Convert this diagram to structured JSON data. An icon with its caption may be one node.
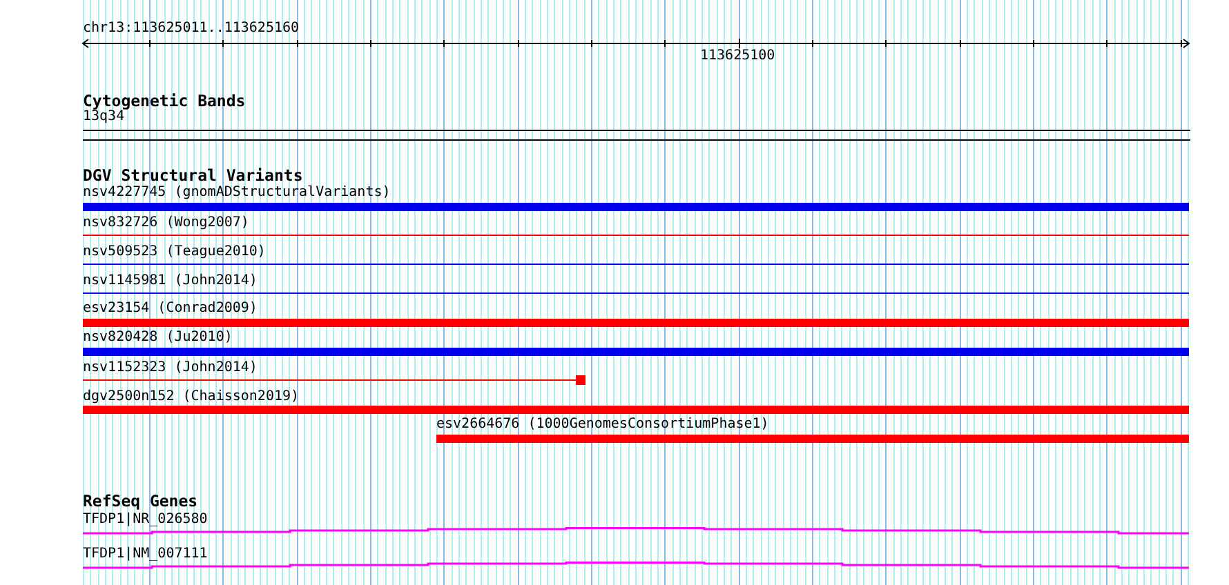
{
  "diagram": {
    "nodes": [
      {
        "text": [
          "13q34"
        ]
      },
      {
        "text": [
          "nsv4227745 (gnomADStructuralVariants)"
        ]
      },
      {
        "text": [
          "nsv832726 (Wong2007)"
        ]
      },
      {
        "text": [
          "nsv509523 (Teague2010)"
        ]
      },
      {
        "text": [
          "nsv1145981 (John2014)"
        ]
      },
      {
        "text": [
          "esv23154 (Conrad2009)"
        ]
      },
      {
        "text": [
          "nsv820428 (Ju2010)"
        ]
      },
      {
        "text": [
          "nsv1152323 (John2014)"
        ]
      },
      {
        "text": [
          "dgv2500n152 (Chaisson2019)"
        ]
      },
      {
        "text": [
          "esv2664676 (1000GenomesConsortiumPhase1)"
        ]
      },
      {
        "text": [
          "TFDP1|NR_026580"
        ]
      },
      {
        "text": [
          "TFDP1|NM_007111"
        ]
      }
    ],
    "labels": [
      "chr13:113625011..113625160",
      "113625100",
      "Cytogenetic Bands",
      "DGV Structural Variants",
      "RefSeq Genes"
    ]
  }
}
